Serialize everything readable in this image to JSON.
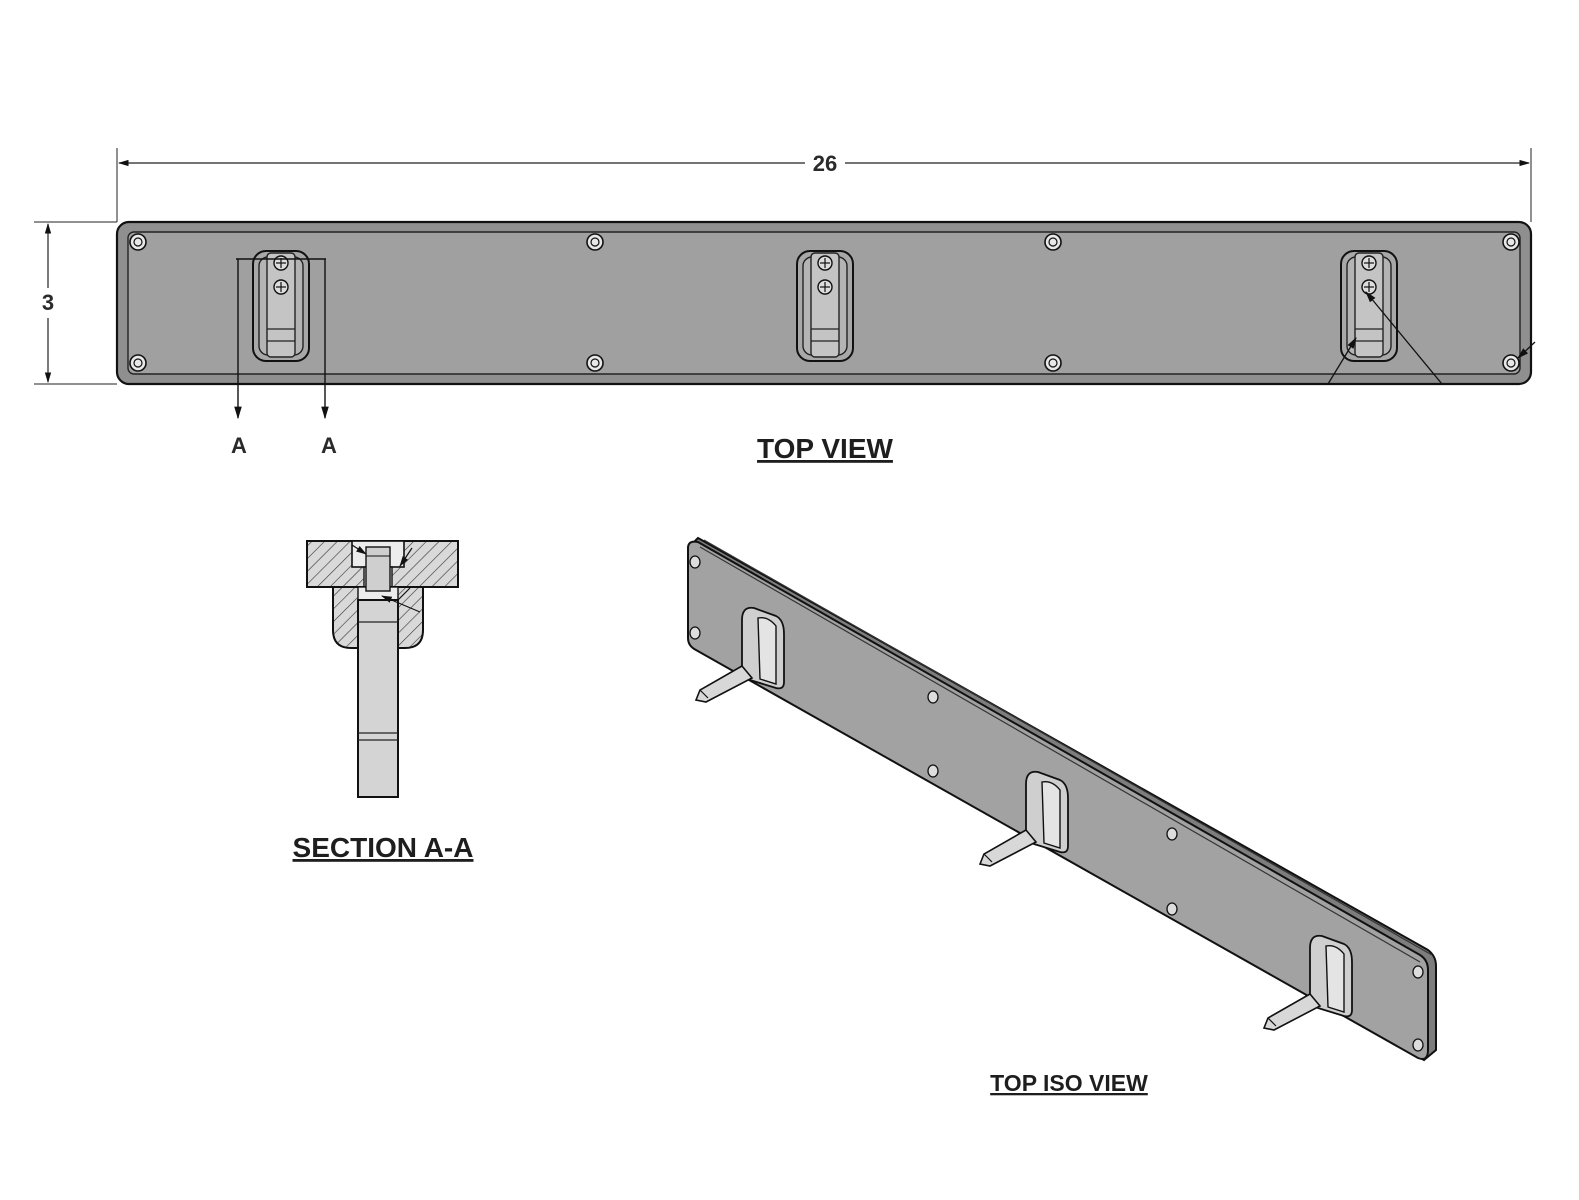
{
  "dimensions": {
    "overall_length": "26",
    "height": "3"
  },
  "section_marker": {
    "left_letter": "A",
    "right_letter": "A"
  },
  "views": {
    "top_view_title": "TOP VIEW",
    "section_title": "SECTION A-A",
    "iso_title": "TOP ISO VIEW"
  },
  "colors": {
    "plate_fill": "#9c9c9c",
    "plate_face": "#a3a3a3",
    "line": "#1a1a1a",
    "hook_fill": "#d6d6d6",
    "hook_shade": "#b9b9b9"
  }
}
